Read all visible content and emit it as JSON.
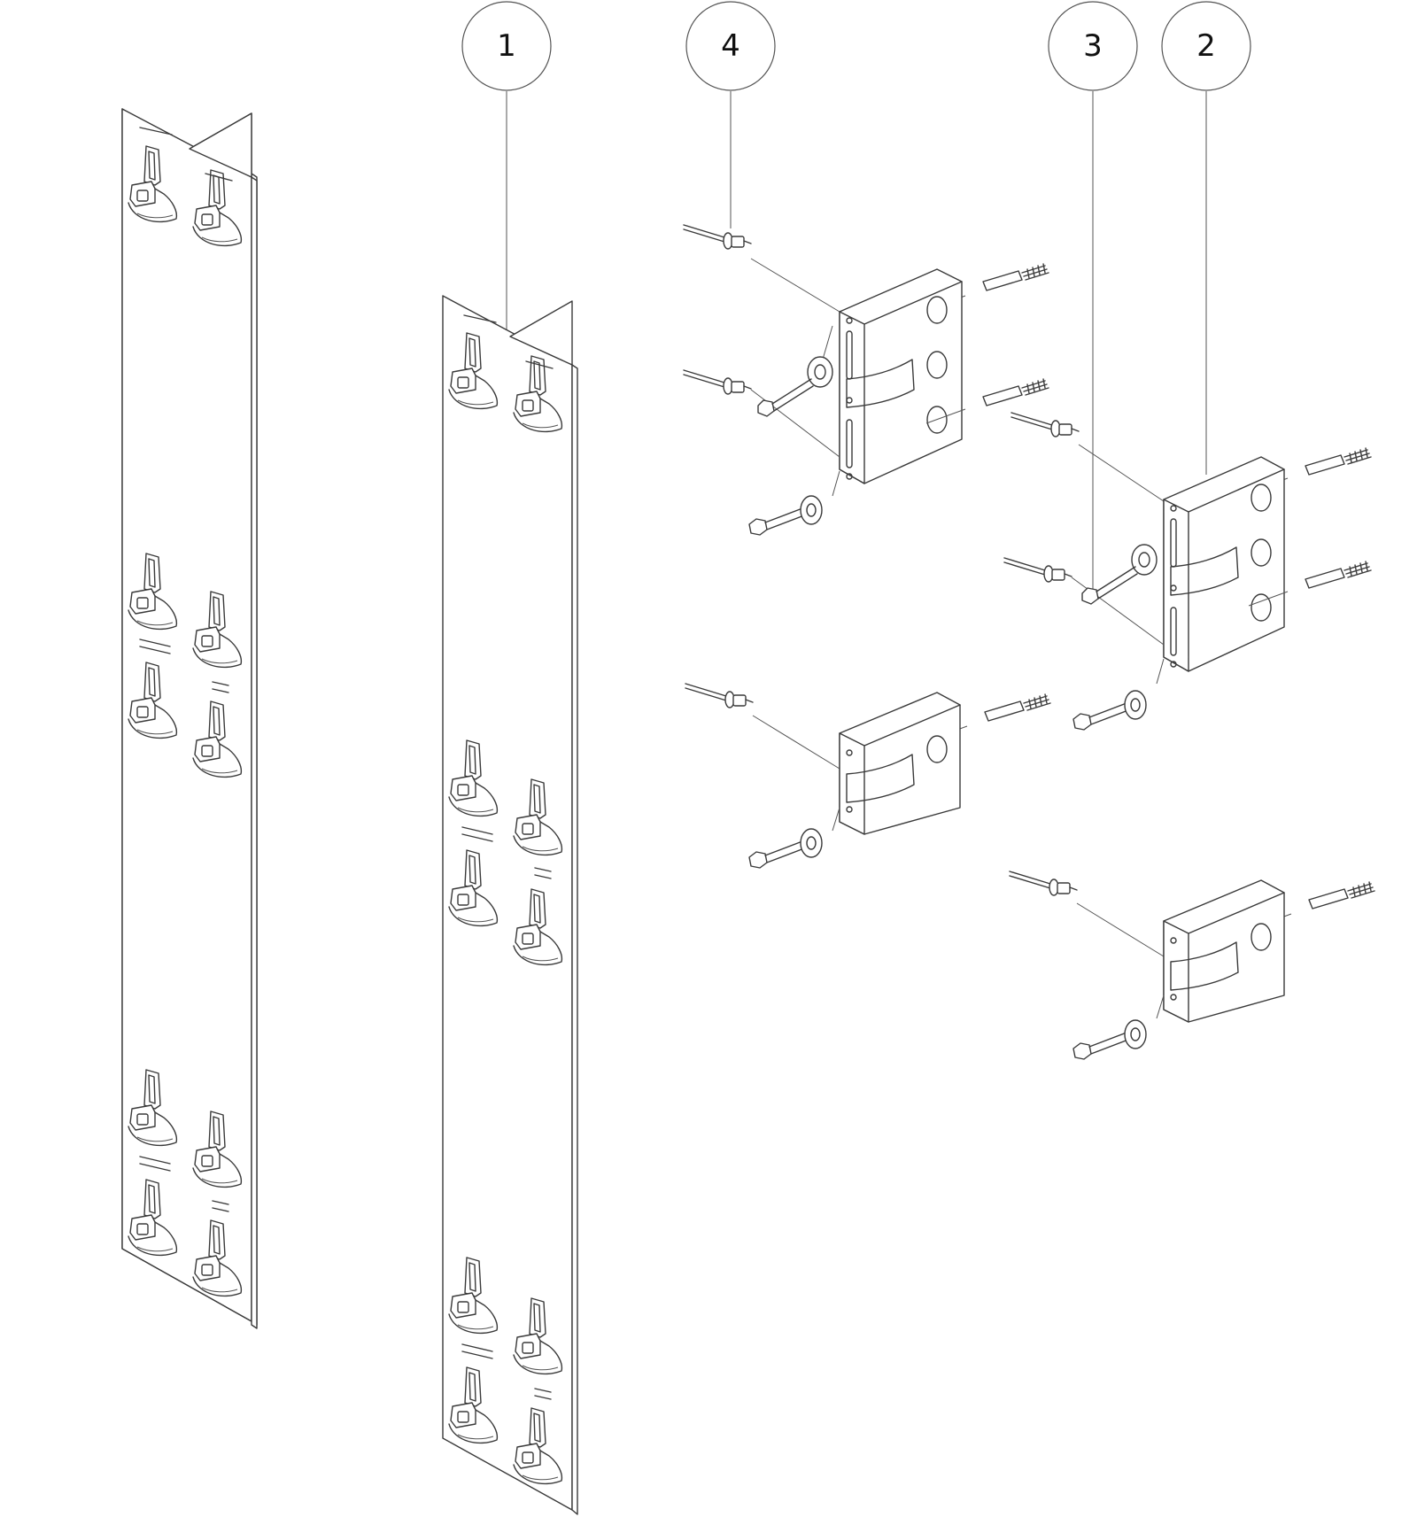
{
  "callouts": [
    {
      "id": "1",
      "label": "1"
    },
    {
      "id": "4",
      "label": "4"
    },
    {
      "id": "3",
      "label": "3"
    },
    {
      "id": "2",
      "label": "2"
    }
  ]
}
